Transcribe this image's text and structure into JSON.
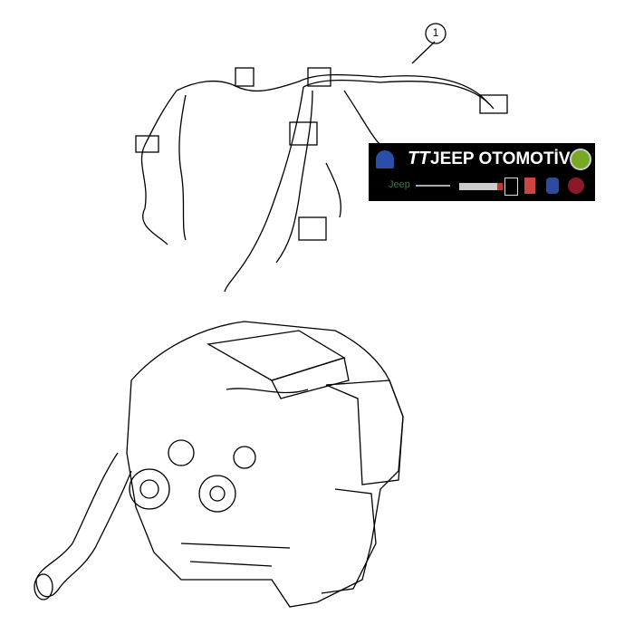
{
  "callout": {
    "number": "1"
  },
  "banner": {
    "tt_mark": "TT",
    "brand_text": "JEEP OTOMOTİV",
    "jeep_logo": "Jeep",
    "colors": {
      "background": "#000000",
      "text": "#ffffff",
      "mopar": "#2b4fa8",
      "jeep": "#2e7d4a"
    }
  }
}
